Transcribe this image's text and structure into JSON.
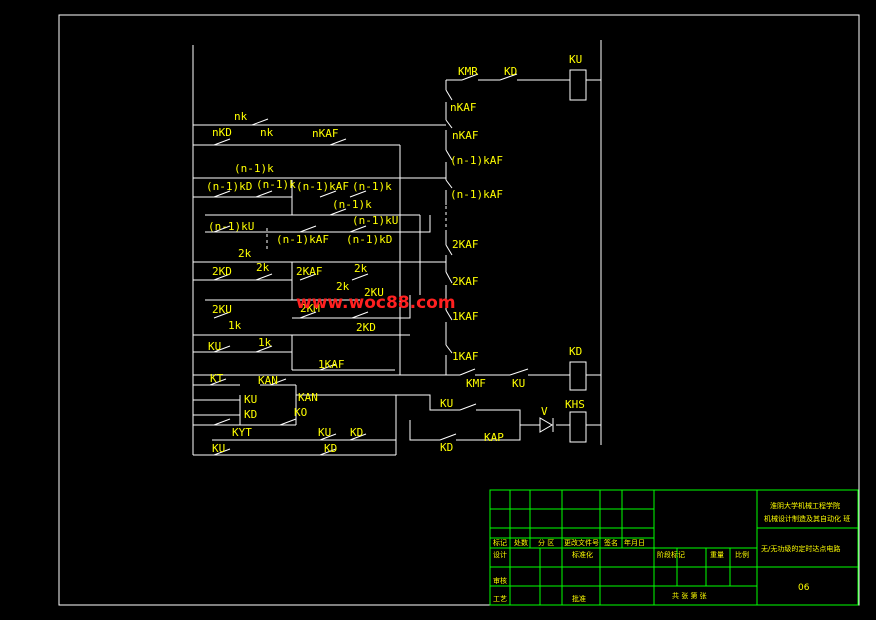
{
  "drawing": {
    "colors": {
      "background": "#000000",
      "wires": "#ffffff",
      "labels": "#ffff00",
      "table_lines": "#00ff00",
      "watermark": "#ff2020"
    },
    "watermark": "www.woc88.com",
    "labels": {
      "kmr": "KMR",
      "kd_top": "KD",
      "ku_coil_top": "KU",
      "nkaf_r1": "nKAF",
      "nkaf_r2": "nKAF",
      "n1kaf_r1": "(n-1)kAF",
      "n1kaf_r2": "(n-1)kAF",
      "2kaf_r1": "2KAF",
      "2kaf_r2": "2KAF",
      "1kaf_r1": "1KAF",
      "1kaf_r2": "1KAF",
      "kmf": "KMF",
      "ku_mid": "KU",
      "kd_coil": "KD",
      "v": "V",
      "khs": "KHS",
      "kap": "KAP",
      "ku_lower": "KU",
      "kd_lower": "KD",
      "nk_top": "nk",
      "nkd": "nKD",
      "nk_sw": "nk",
      "nkaf_left": "nKAF",
      "n1k_a": "(n-1)k",
      "n1kd": "(n-1)kD",
      "n1k_b": "(n-1)k",
      "n1kaf_left": "(n-1)kAF",
      "n1k_c": "(n-1)k",
      "n1k_d": "(n-1)k",
      "n1ku_right": "(n-1)kU",
      "n1ku_left": "(n-1)kU",
      "n1kaf_bot": "(n-1)kAF",
      "n1kd_bot": "(n-1)kD",
      "2k_top": "2k",
      "2kd": "2KD",
      "2k_sw": "2k",
      "2kaf_left": "2KAF",
      "2k_r": "2k",
      "2k_r2": "2k",
      "2ku_r": "2KU",
      "2ku_left": "2KU",
      "2km": "2KM",
      "2kd_bot": "2KD",
      "1k_top": "1k",
      "ku_left": "KU",
      "1k_sw": "1k",
      "1kaf_left": "1KAF",
      "kt": "KT",
      "kan": "KAN",
      "kan_b": "KAN",
      "ku_a": "KU",
      "kd_a": "KD",
      "ko": "KO",
      "kyt": "KYT",
      "ku_b": "KU",
      "kd_b": "KD",
      "ku_c": "KU",
      "kd_c": "KD"
    }
  },
  "title_block": {
    "org": "淮阴大学机械工程学院",
    "project": "机械设计制造及其自动化  班",
    "title": "无/无功级的定时达点电路",
    "sheet": "06",
    "header_cells": [
      "标记",
      "处数",
      "分 区",
      "更改文件号",
      "签名",
      "年月日"
    ],
    "design_row": [
      "设计",
      "标准化"
    ],
    "check_row": "审核",
    "process_row": [
      "工艺",
      "批准"
    ],
    "stage_header": [
      "阶段标记",
      "重量",
      "比例"
    ],
    "sheet_row": "共  张  第  张"
  }
}
